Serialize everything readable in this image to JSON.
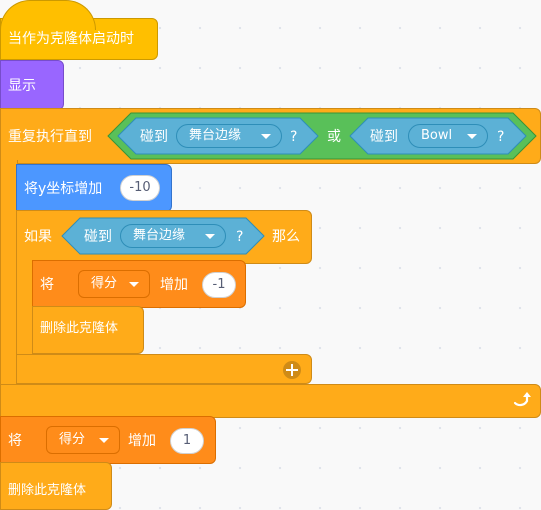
{
  "blocks": {
    "hat_label": "当作为克隆体启动时",
    "show_label": "显示",
    "repeat_until_label": "重复执行直到",
    "or_label": "或",
    "touch_label": "碰到",
    "stage_edge": "舞台边缘",
    "bowl": "Bowl",
    "q_mark": "?",
    "change_y_label": "将y坐标增加",
    "change_y_value": "-10",
    "if_label": "如果",
    "then_label": "那么",
    "set_label": "将",
    "var_score": "得分",
    "change_label": "增加",
    "change_value_1": "-1",
    "change_value_2": "1",
    "delete_clone_label": "删除此克隆体"
  },
  "colors": {
    "events": "#ffbf00",
    "looks": "#9966ff",
    "control": "#ffab19",
    "motion": "#4c97ff",
    "variables": "#ff8c1a",
    "sensing": "#5cb1d6"
  },
  "icons": [
    "add-icon",
    "loop-arrow-icon",
    "dropdown-arrow-icon"
  ]
}
